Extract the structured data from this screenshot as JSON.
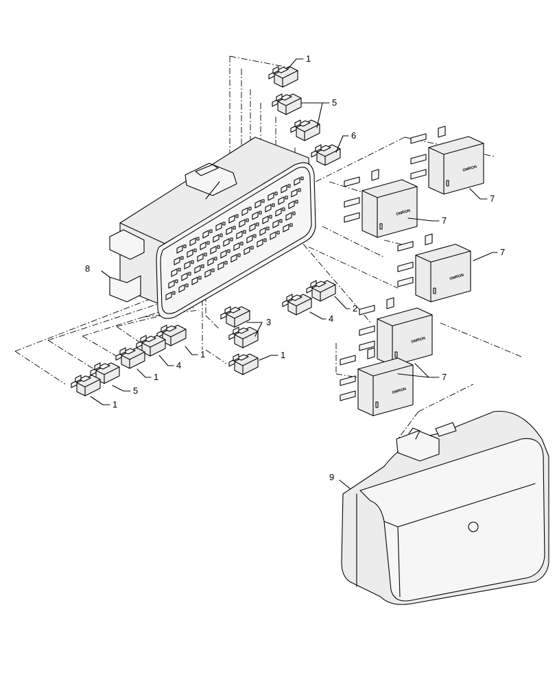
{
  "diagram": {
    "callouts": [
      {
        "id": "c1a",
        "label": "1"
      },
      {
        "id": "c5a",
        "label": "5"
      },
      {
        "id": "c6",
        "label": "6"
      },
      {
        "id": "c7a",
        "label": "7"
      },
      {
        "id": "c7b",
        "label": "7"
      },
      {
        "id": "c7c",
        "label": "7"
      },
      {
        "id": "c8",
        "label": "8"
      },
      {
        "id": "c2",
        "label": "2"
      },
      {
        "id": "c4a",
        "label": "4"
      },
      {
        "id": "c3",
        "label": "3"
      },
      {
        "id": "c1b",
        "label": "1"
      },
      {
        "id": "c1c",
        "label": "1"
      },
      {
        "id": "c4b",
        "label": "4"
      },
      {
        "id": "c1d",
        "label": "1"
      },
      {
        "id": "c5b",
        "label": "5"
      },
      {
        "id": "c1e",
        "label": "1"
      },
      {
        "id": "c7d",
        "label": "7"
      },
      {
        "id": "c9",
        "label": "9"
      }
    ],
    "relay_brand": "OMRON"
  }
}
